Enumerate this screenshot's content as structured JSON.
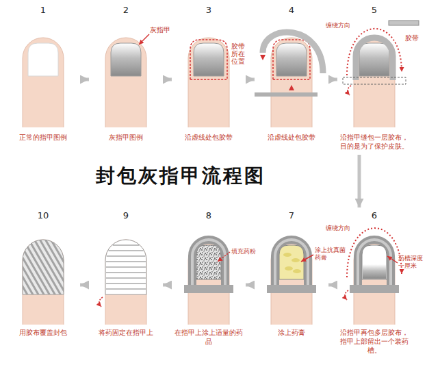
{
  "diagram": {
    "title": "封包灰指甲流程图",
    "nodes": [
      {
        "text": [
          "1",
          "正常的指甲图例"
        ]
      },
      {
        "text": [
          "2",
          "灰指甲图例"
        ]
      },
      {
        "text": [
          "3",
          "沿虚线处包胶带"
        ]
      },
      {
        "text": [
          "4",
          "沿虚线处包胶带"
        ]
      },
      {
        "text": [
          "5",
          "沿指甲缝包一层胶布，目的是为了保护皮肤。"
        ]
      },
      {
        "text": [
          "6",
          "沿指甲再包多层胶布，指甲上部留出一个装药槽。"
        ]
      },
      {
        "text": [
          "7",
          "涂上药膏"
        ]
      },
      {
        "text": [
          "8",
          "在指甲上涂上适量的药品"
        ]
      },
      {
        "text": [
          "9",
          "将药固定在指甲上"
        ]
      },
      {
        "text": [
          "10",
          "用胶布覆盖封包"
        ]
      }
    ],
    "edges": [
      {
        "from": 0,
        "to": 1,
        "arrow": "to"
      },
      {
        "from": 1,
        "to": 2,
        "arrow": "to"
      },
      {
        "from": 2,
        "to": 3,
        "arrow": "to"
      },
      {
        "from": 3,
        "to": 4,
        "arrow": "to"
      },
      {
        "from": 4,
        "to": 5,
        "arrow": "to"
      },
      {
        "from": 5,
        "to": 6,
        "arrow": "to"
      },
      {
        "from": 6,
        "to": 7,
        "arrow": "to"
      },
      {
        "from": 7,
        "to": 8,
        "arrow": "to"
      },
      {
        "from": 8,
        "to": 9,
        "arrow": "to"
      }
    ],
    "labels": [
      "灰指甲",
      "胶带所在位置",
      "缠绕方向",
      "胶带",
      "缠绕方向",
      "药槽深度一厘米",
      "涂上抗真菌药膏",
      "填充药粉"
    ]
  }
}
